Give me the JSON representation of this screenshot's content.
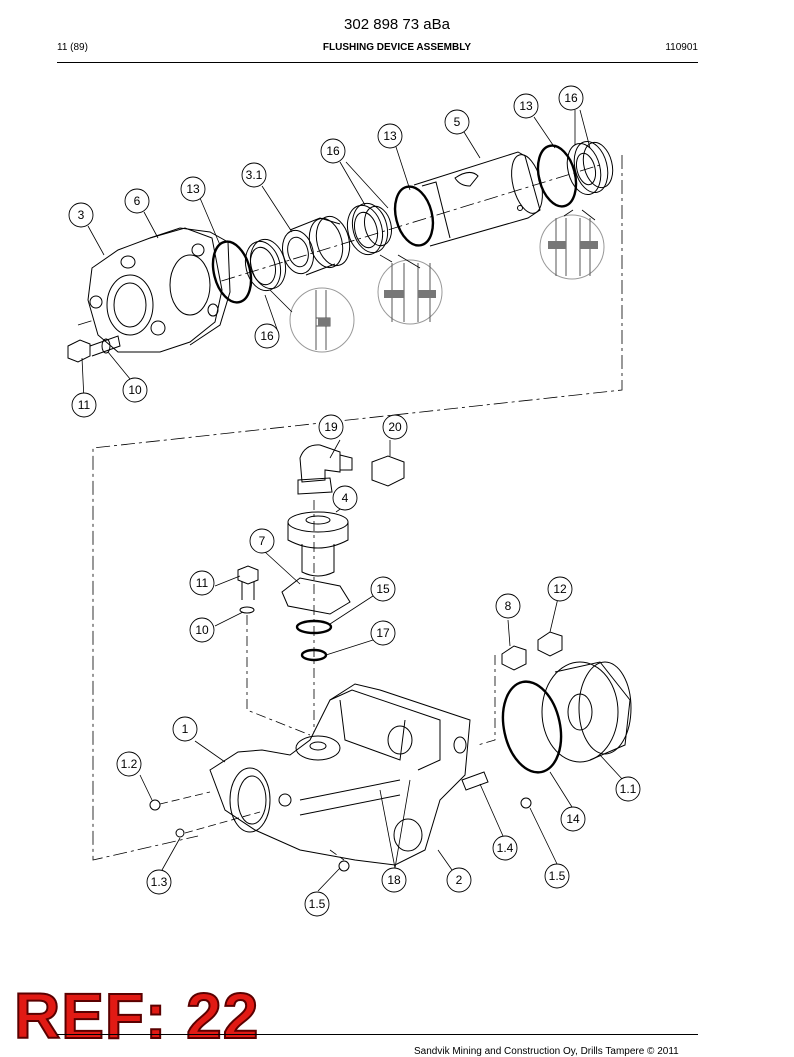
{
  "header": {
    "doc_number": "302 898 73 aBa",
    "page_ref": "11 (89)",
    "title": "FLUSHING DEVICE ASSEMBLY",
    "date_code": "110901"
  },
  "callouts": {
    "c3": "3",
    "c6": "6",
    "c13a": "13",
    "c3_1": "3.1",
    "c16a": "16",
    "c13b": "13",
    "c5": "5",
    "c13c": "13",
    "c16b": "16",
    "c16c": "16",
    "c11a": "11",
    "c10a": "10",
    "c19": "19",
    "c20": "20",
    "c4": "4",
    "c7": "7",
    "c11b": "11",
    "c15": "15",
    "c10b": "10",
    "c17": "17",
    "c8": "8",
    "c12": "12",
    "c1": "1",
    "c1_2": "1.2",
    "c1_1": "1.1",
    "c14": "14",
    "c1_4": "1.4",
    "c1_3": "1.3",
    "c18": "18",
    "c2": "2",
    "c1_5a": "1.5",
    "c1_5b": "1.5"
  },
  "stamp": {
    "text": "REF: 22",
    "color": "#e11a14"
  },
  "footer": {
    "copyright": "Sandvik Mining and Construction Oy, Drills Tampere © 2011"
  }
}
